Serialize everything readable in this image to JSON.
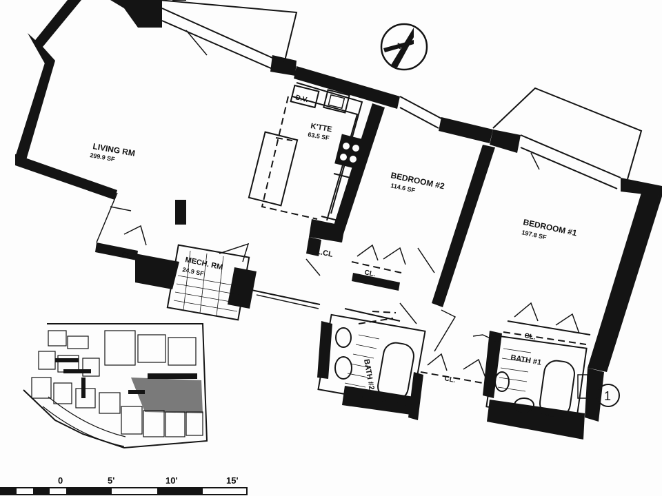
{
  "rooms": {
    "living": {
      "name": "LIVING RM",
      "area": "299.9 SF"
    },
    "kitchen": {
      "name": "K'TTE",
      "area": "63.5 SF"
    },
    "bedroom2": {
      "name": "BEDROOM #2",
      "area": "114.6 SF"
    },
    "bedroom1": {
      "name": "BEDROOM #1",
      "area": "197.8 SF"
    },
    "mech": {
      "name": "MECH. RM",
      "area": "24.9 SF"
    },
    "bath2": {
      "name": "BATH #2"
    },
    "bath1": {
      "name": "BATH #1"
    }
  },
  "fixtures": {
    "dishwasher": "D.V.",
    "linen_closet": "L.CL"
  },
  "closets": [
    "CL.",
    "CL.",
    "CL.",
    "CL."
  ],
  "compass": {
    "label": "N"
  },
  "unit_marker": "1",
  "scale": {
    "labels": [
      "0",
      "5'",
      "10'",
      "15'"
    ]
  }
}
